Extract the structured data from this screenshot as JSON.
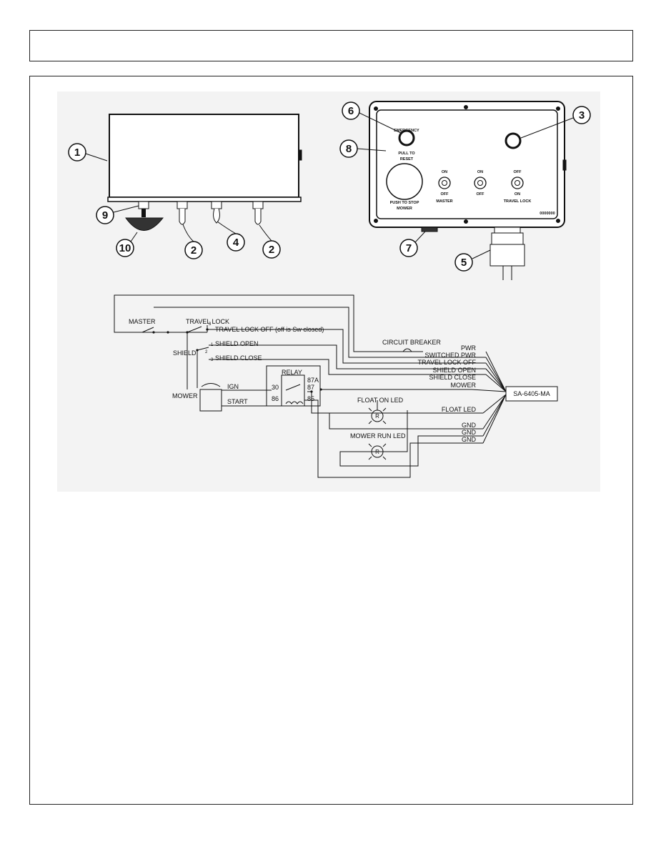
{
  "callouts": {
    "c1": "1",
    "c2a": "2",
    "c2b": "2",
    "c3": "3",
    "c4": "4",
    "c5": "5",
    "c6": "6",
    "c7": "7",
    "c8": "8",
    "c9": "9",
    "c10": "10"
  },
  "panel_face": {
    "emergency_label": "EMERGENCY",
    "pull_label": "PULL TO",
    "reset_label": "RESET",
    "push_label": "PUSH TO STOP",
    "mower_label": "MOWER",
    "master_on": "ON",
    "master_off": "OFF",
    "master_label": "MASTER",
    "center_on": "ON",
    "center_off": "OFF",
    "tl_off": "OFF",
    "tl_on": "ON",
    "tl_label": "TRAVEL LOCK",
    "part_no": "0000000"
  },
  "wiring": {
    "master": "MASTER",
    "travel_lock": "TRAVEL LOCK",
    "travel_lock_off_note": "TRAVEL LOCK OFF (off is Sw closed)",
    "shield": "SHIELD",
    "shield_open": "SHIELD OPEN",
    "shield_close": "SHIELD CLOSE",
    "pin1": "1",
    "pin2": "2",
    "pin3": "3",
    "pin_t3": "3",
    "mower": "MOWER",
    "ign": "IGN",
    "start": "START",
    "relay": "RELAY",
    "r30": "30",
    "r86": "86",
    "r87a": "87A",
    "r87": "87",
    "r85": "85",
    "circuit_breaker": "CIRCUIT BREAKER",
    "float_on_led": "FLOAT ON LED",
    "mower_run_led": "MOWER RUN LED",
    "led_r1": "R",
    "led_r2": "R",
    "connector": "SA-6405-MA",
    "wires": [
      "PWR",
      "SWITCHED PWR",
      "TRAVEL LOCK OFF",
      "SHIELD OPEN",
      "SHIELD CLOSE",
      "MOWER",
      "FLOAT LED",
      "GND",
      "GND",
      "GND"
    ]
  }
}
